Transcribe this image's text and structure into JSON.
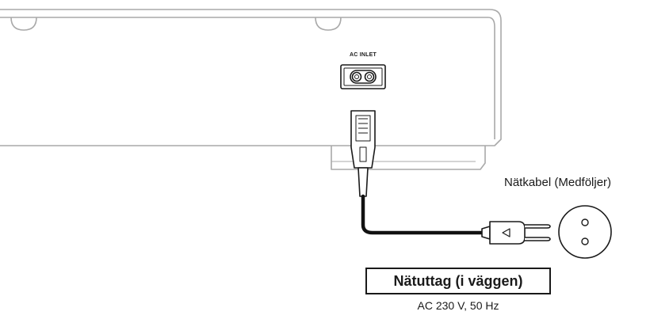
{
  "inlet": {
    "label": "AC INLET"
  },
  "cable": {
    "label": "Nätkabel (Medföljer)"
  },
  "outlet": {
    "title": "Nätuttag (i väggen)",
    "spec": "AC 230 V, 50 Hz"
  },
  "colors": {
    "device_outline": "#a9a9a9",
    "line": "#1a1a1a",
    "cable": "#111111"
  }
}
